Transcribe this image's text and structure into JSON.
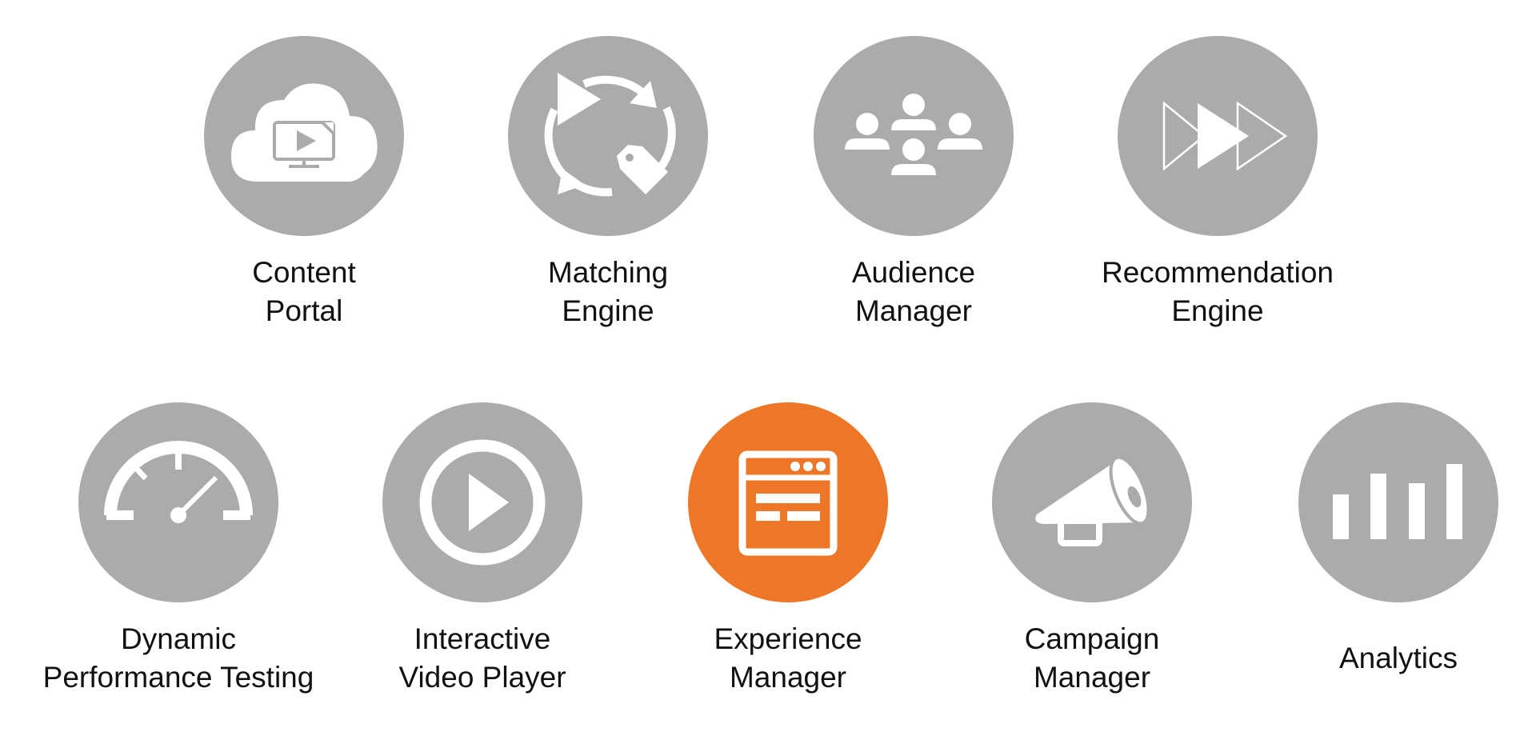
{
  "colors": {
    "inactive": "#ABABAB",
    "active": "#ED7726",
    "icon": "#FFFFFF",
    "text": "#111111"
  },
  "modules": [
    {
      "id": "content-portal",
      "icon": "cloud-video-icon",
      "label_line1": "Content",
      "label_line2": "Portal",
      "active": false
    },
    {
      "id": "matching-engine",
      "icon": "play-sync-tag-icon",
      "label_line1": "Matching",
      "label_line2": "Engine",
      "active": false
    },
    {
      "id": "audience-manager",
      "icon": "people-group-icon",
      "label_line1": "Audience",
      "label_line2": "Manager",
      "active": false
    },
    {
      "id": "recommendation-engine",
      "icon": "triple-play-arrows-icon",
      "label_line1": "Recommendation",
      "label_line2": "Engine",
      "active": false
    },
    {
      "id": "dynamic-performance-testing",
      "icon": "speedometer-icon",
      "label_line1": "Dynamic",
      "label_line2": "Performance Testing",
      "active": false
    },
    {
      "id": "interactive-video-player",
      "icon": "play-circle-icon",
      "label_line1": "Interactive",
      "label_line2": "Video Player",
      "active": false
    },
    {
      "id": "experience-manager",
      "icon": "browser-window-icon",
      "label_line1": "Experience",
      "label_line2": "Manager",
      "active": true
    },
    {
      "id": "campaign-manager",
      "icon": "megaphone-icon",
      "label_line1": "Campaign",
      "label_line2": "Manager",
      "active": false
    },
    {
      "id": "analytics",
      "icon": "bar-chart-icon",
      "label_line1": "Analytics",
      "label_line2": "",
      "active": false
    }
  ]
}
